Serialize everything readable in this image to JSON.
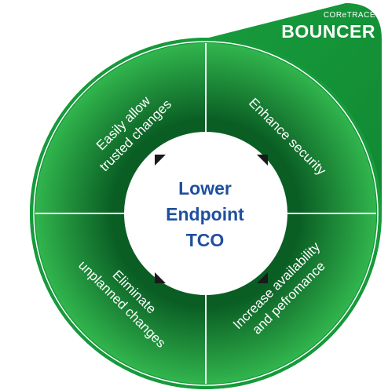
{
  "brand": {
    "small": "COReTRACE",
    "big": "BOUNCER"
  },
  "center": {
    "lines": [
      "Lower",
      "Endpoint",
      "TCO"
    ]
  },
  "quadrants": {
    "top_left": {
      "line1": "Easily allow",
      "line2": "trusted changes"
    },
    "top_right": {
      "line1": "Enhance security"
    },
    "bottom_left": {
      "line1": "Eliminate",
      "line2": "unplanned changes"
    },
    "bottom_right": {
      "line1": "Increase availability",
      "line2": "and pefromance"
    }
  },
  "colors": {
    "background_shape": "#169a3a",
    "ring_outer": "#1f9a3c",
    "ring_inner": "#0c6b2a",
    "divider": "#ffffff",
    "center_fill": "#ffffff",
    "center_text": "#1f4fa0",
    "arrow": "#1a1a1a"
  }
}
